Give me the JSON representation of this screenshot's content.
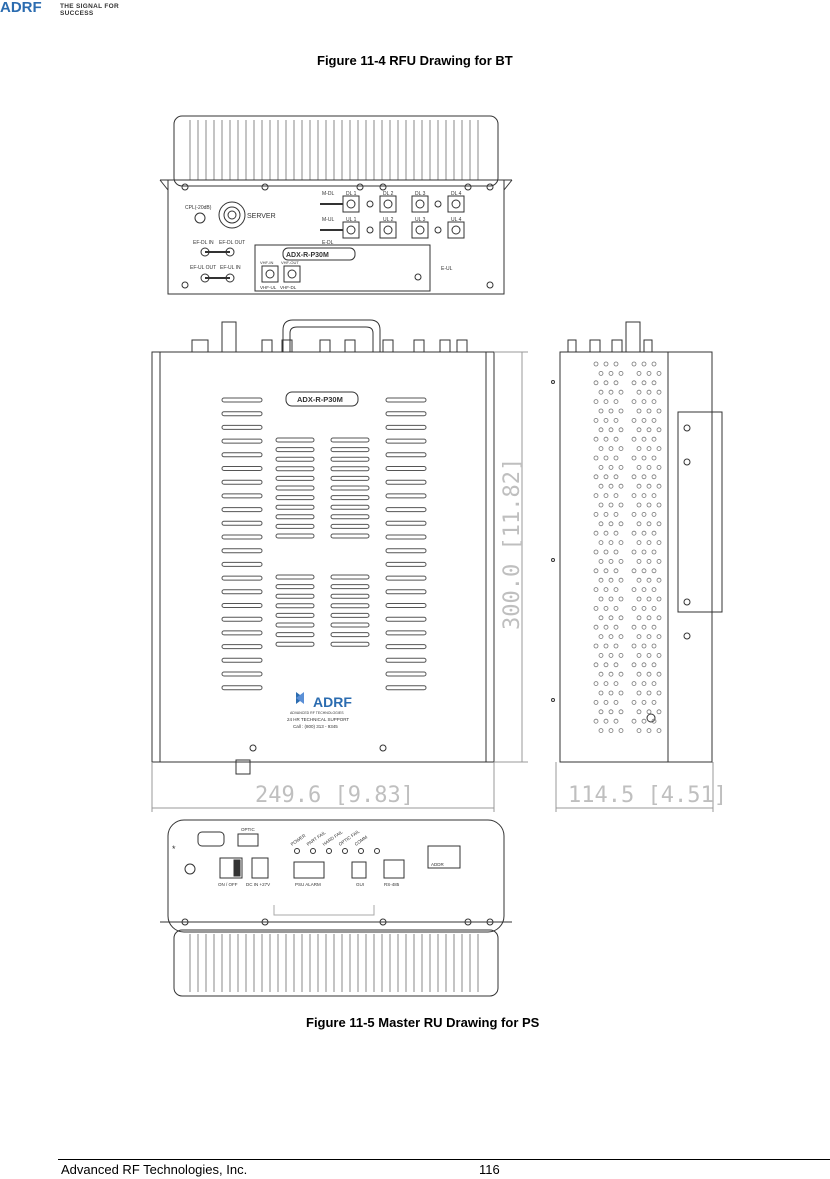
{
  "header": {
    "logo_text": "ADRF",
    "tagline": "THE SIGNAL FOR SUCCESS"
  },
  "captions": {
    "figure_top": "Figure 11-4    RFU Drawing for BT",
    "figure_bottom": "Figure 11-5    Master RU Drawing for PS"
  },
  "rfu": {
    "model": "ADX-R-P30M",
    "cpl": "CPL(-20dB)",
    "server": "SERVER",
    "ef_dl_in": "EF-DL IN",
    "ef_dl_out": "EF-DL OUT",
    "ef_ul_out": "EF-UL OUT",
    "ef_ul_in": "EF-UL IN",
    "m_dl": "M-DL",
    "m_ul": "M-UL",
    "e_dl": "E-DL",
    "e_ul": "E-UL",
    "dl_ports": [
      "DL 1",
      "DL 2",
      "DL 3",
      "DL 4"
    ],
    "ul_ports": [
      "UL 1",
      "UL 2",
      "UL 3",
      "UL 4"
    ],
    "vhf_in": "VHF-IN",
    "vhf_out": "VHF-OUT",
    "vhf_ul": "VHF-UL",
    "vhf_dl": "VHF-DL"
  },
  "front": {
    "model": "ADX-R-P30M",
    "brand": "ADRF",
    "brand_sub": "ADVANCED RF TECHNOLOGIES",
    "support": "24 HR TECHNICAL SUPPORT",
    "call": "Call : (800) 313 - 9345",
    "height_dim": "300.0  [11.82]",
    "width_dim": "249.6  [9.83]",
    "depth_dim": "114.5  [4.51]"
  },
  "bottom": {
    "optic": "OPTIC",
    "leds": [
      "POWER",
      "PART FAIL",
      "HARD FAIL",
      "OPTIC FAIL",
      "COMM"
    ],
    "on_off": "ON / OFF",
    "dc_in": "DC IN +27V",
    "psu_alarm": "PSU ALARM",
    "gui": "GUI",
    "rs485": "RS-485",
    "addr": "ADDR"
  },
  "footer": {
    "company": "Advanced RF Technologies, Inc.",
    "page": "116"
  }
}
